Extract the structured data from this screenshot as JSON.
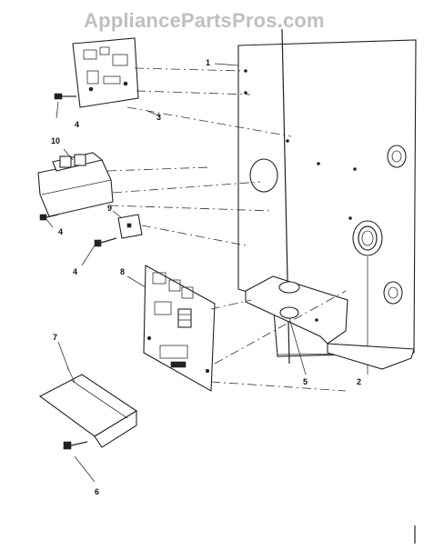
{
  "watermark": {
    "text": "AppliancePartsPros.com"
  },
  "callouts": {
    "c1": "1",
    "c2": "2",
    "c3": "3",
    "c4a": "4",
    "c4b": "4",
    "c4c": "4",
    "c5": "5",
    "c6": "6",
    "c7": "7",
    "c8": "8",
    "c9": "9",
    "c10": "10"
  }
}
